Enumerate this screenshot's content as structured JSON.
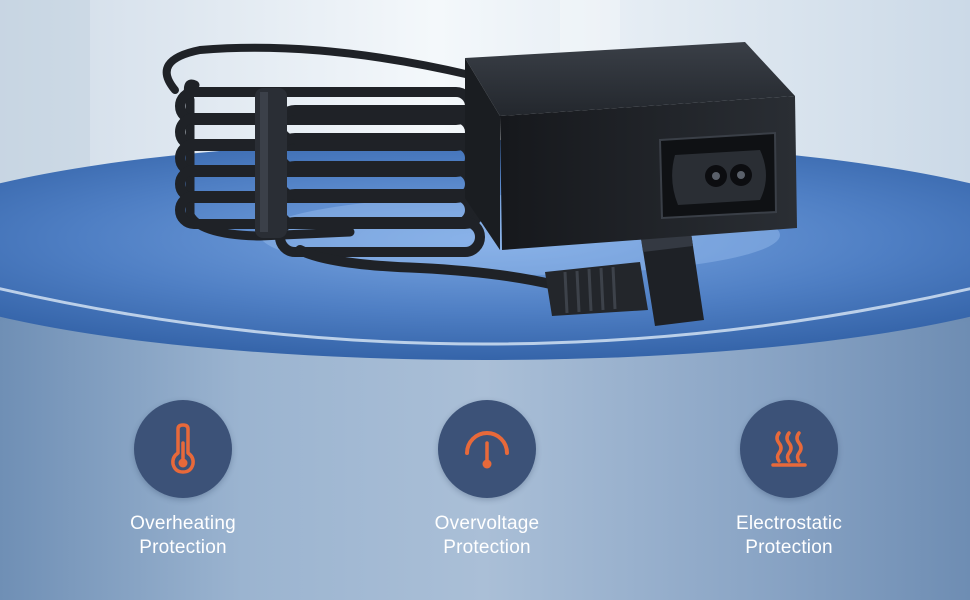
{
  "features": [
    {
      "icon": "thermometer-icon",
      "line1": "Overheating",
      "line2": "Protection"
    },
    {
      "icon": "gauge-icon",
      "line1": "Overvoltage",
      "line2": "Protection"
    },
    {
      "icon": "heat-waves-icon",
      "line1": "Electrostatic",
      "line2": "Protection"
    }
  ],
  "colors": {
    "badge": "#3c5278",
    "icon_accent": "#e8693a",
    "cylinder": "#8aa6c7",
    "adapter": "#1c1f24"
  }
}
